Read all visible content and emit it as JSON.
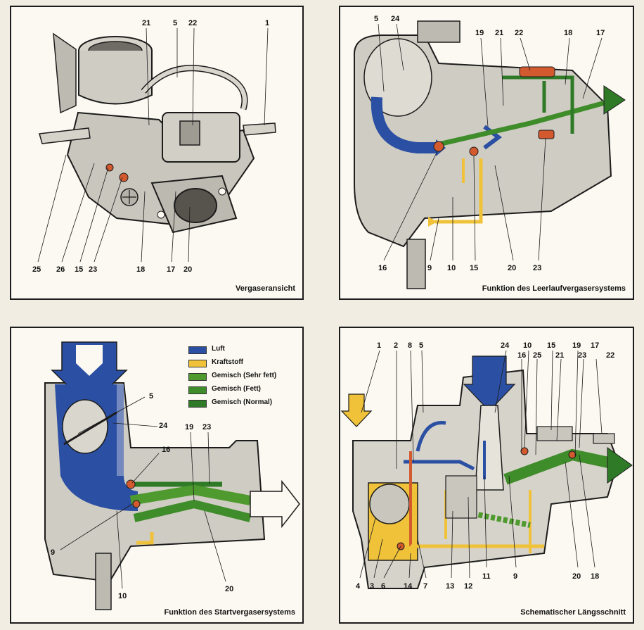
{
  "colors": {
    "air": "#2b4fa3",
    "fuel": "#f0c23a",
    "mix_very_rich": "#4f9a2e",
    "mix_rich": "#3f8c2a",
    "mix_normal": "#2f7a26",
    "metal": "#c9c6bd",
    "metal_dark": "#8f8c84",
    "line": "#1c1c1c"
  },
  "panels": [
    {
      "caption": "Vergaseransicht",
      "labels": [
        "21",
        "5",
        "22",
        "1",
        "25",
        "26",
        "15",
        "23",
        "18",
        "17",
        "20"
      ]
    },
    {
      "caption": "Funktion des Leerlaufvergasersystems",
      "labels": [
        "5",
        "24",
        "19",
        "21",
        "22",
        "18",
        "17",
        "16",
        "9",
        "10",
        "15",
        "20",
        "23"
      ]
    },
    {
      "caption": "Funktion des Startvergasersystems",
      "labels": [
        "5",
        "24",
        "16",
        "19",
        "23",
        "9",
        "10",
        "20"
      ],
      "legend": [
        {
          "label": "Luft",
          "color": "#2b4fa3"
        },
        {
          "label": "Kraftstoff",
          "color": "#f0c23a"
        },
        {
          "label": "Gemisch (Sehr fett)",
          "color": "#4f9a2e"
        },
        {
          "label": "Gemisch (Fett)",
          "color": "#3f8c2a"
        },
        {
          "label": "Gemisch (Normal)",
          "color": "#2f7a26"
        }
      ]
    },
    {
      "caption": "Schematischer Längsschnitt",
      "labels": [
        "1",
        "2",
        "8",
        "5",
        "24",
        "10",
        "16",
        "25",
        "15",
        "21",
        "19",
        "23",
        "17",
        "22",
        "4",
        "3",
        "6",
        "14",
        "7",
        "13",
        "12",
        "11",
        "9",
        "20",
        "18"
      ]
    }
  ]
}
